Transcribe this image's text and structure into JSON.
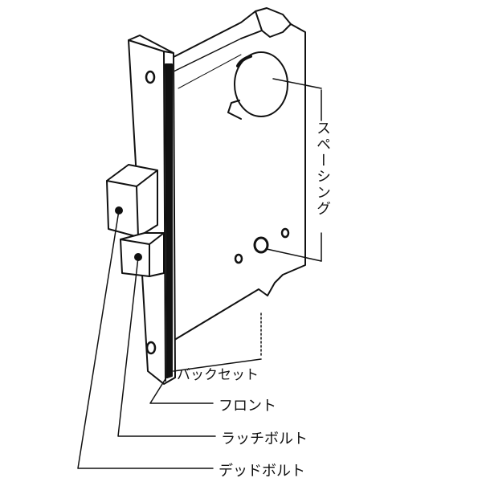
{
  "title": "Mortise lock parts diagram",
  "labels": {
    "spacing": "スペーシング",
    "backset": "バックセット",
    "front": "フロント",
    "latch_bolt": "ラッチボルト",
    "dead_bolt": "デッドボルト"
  },
  "colors": {
    "line": "#111111",
    "background": "#ffffff"
  }
}
